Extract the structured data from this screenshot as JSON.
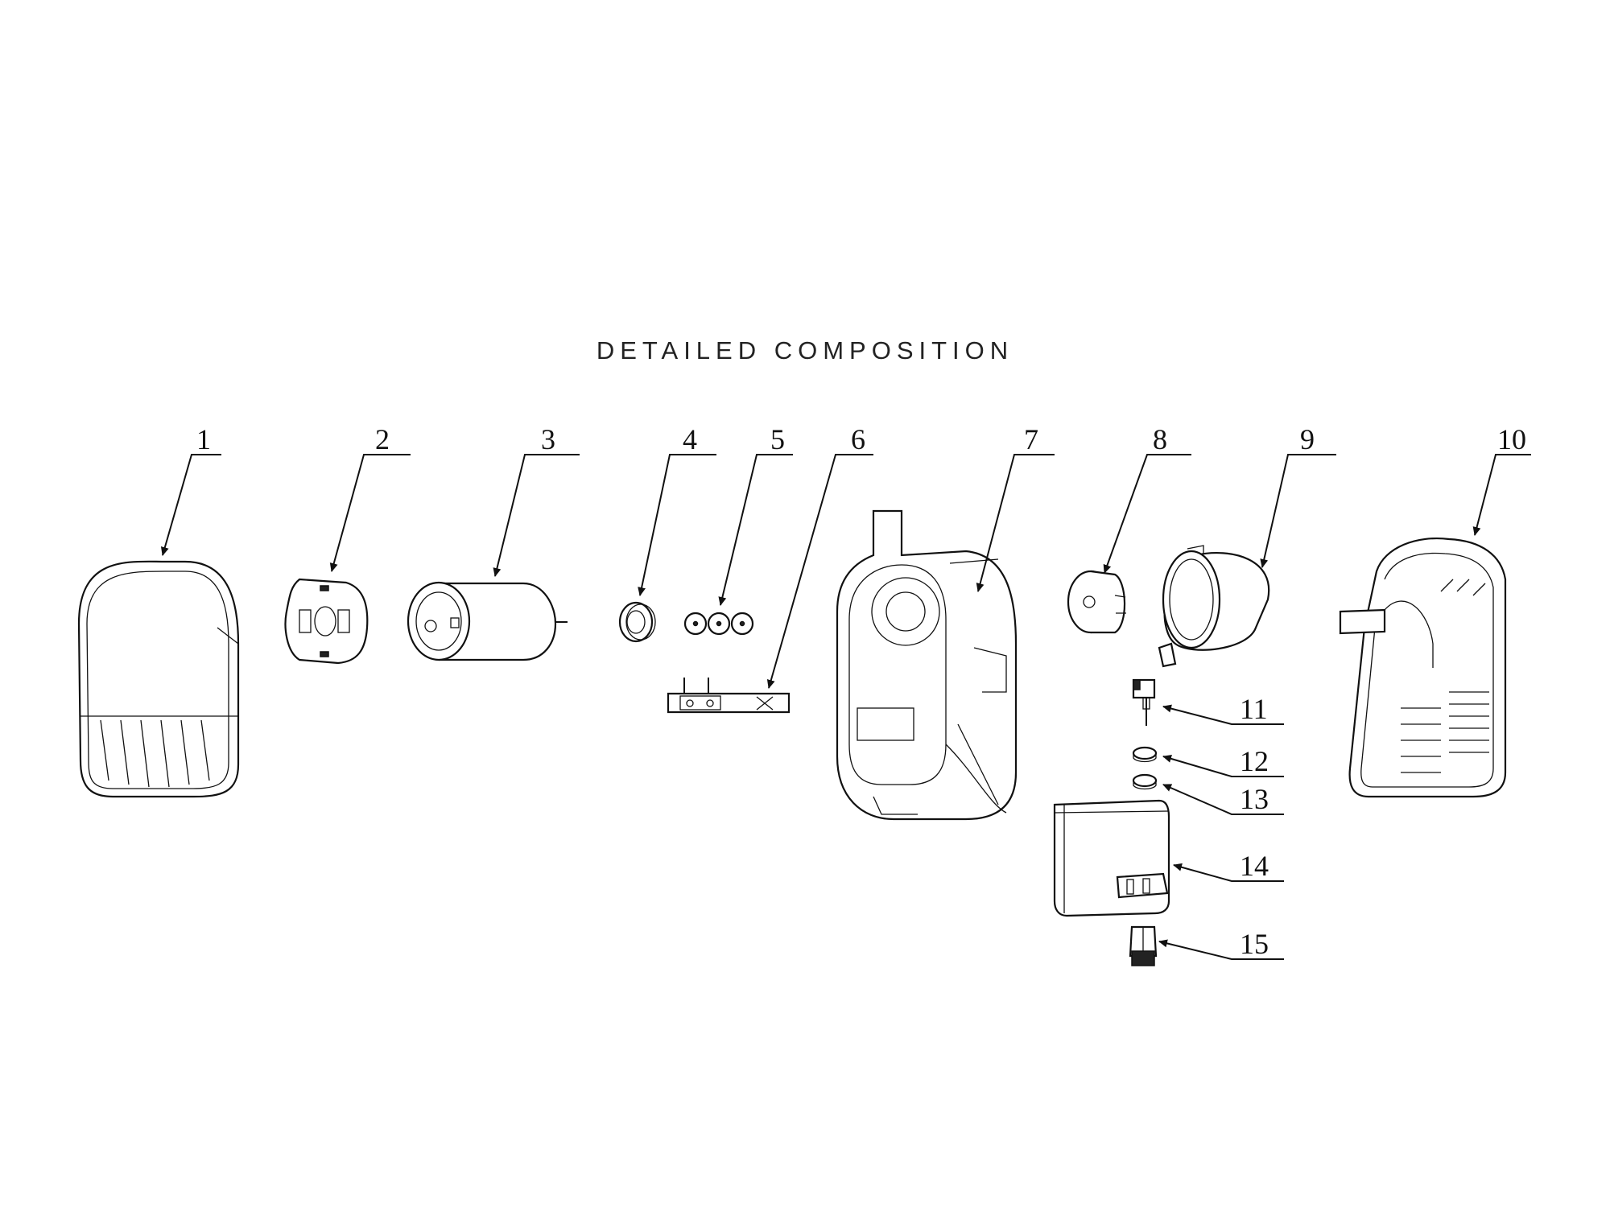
{
  "title": "DETAILED COMPOSITION",
  "callouts": [
    "1",
    "2",
    "3",
    "4",
    "5",
    "6",
    "7",
    "8",
    "9",
    "10",
    "11",
    "12",
    "13",
    "14",
    "15"
  ]
}
